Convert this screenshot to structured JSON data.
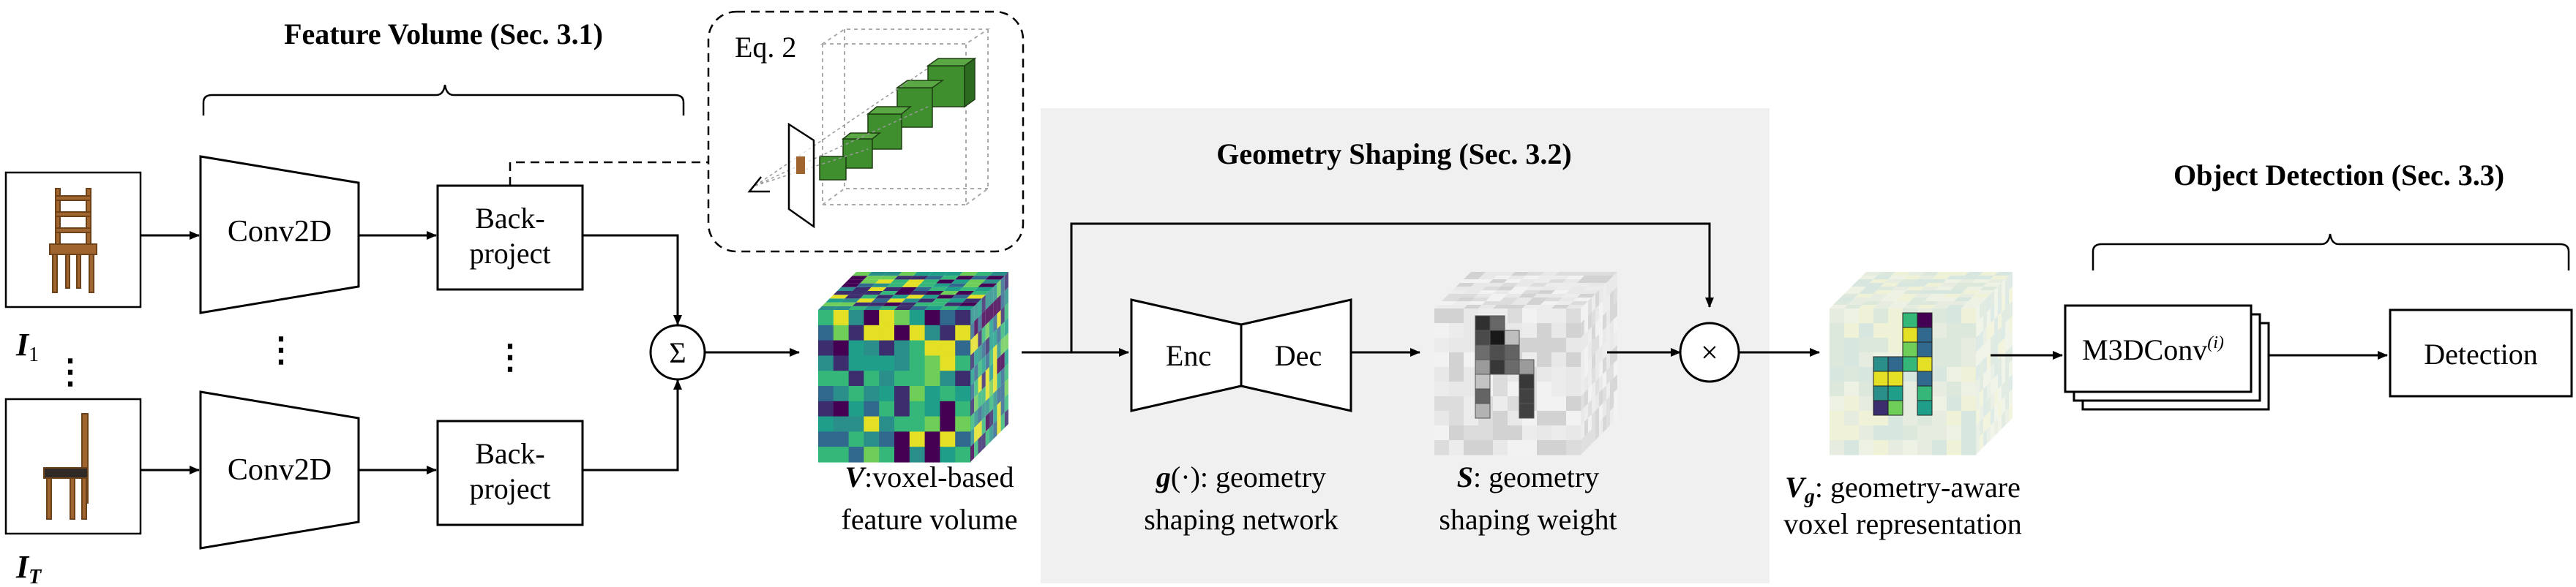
{
  "sections": {
    "feature_volume": "Feature Volume (Sec. 3.1)",
    "geometry_shaping": "Geometry Shaping (Sec. 3.2)",
    "object_detection": "Object Detection (Sec. 3.3)"
  },
  "inset": {
    "eq_label": "Eq. 2"
  },
  "blocks": {
    "conv2d_top": "Conv2D",
    "conv2d_bottom": "Conv2D",
    "backproject_top_l1": "Back-",
    "backproject_top_l2": "project",
    "backproject_bottom_l1": "Back-",
    "backproject_bottom_l2": "project",
    "enc": "Enc",
    "dec": "Dec",
    "m3dconv": "M3DConv",
    "m3dconv_sup": "(i)",
    "detection": "Detection"
  },
  "operators": {
    "sum": "Σ",
    "multiply": "×"
  },
  "inputs": {
    "first_symbol": "I",
    "first_sub": "1",
    "last_symbol": "I",
    "last_sub": "T",
    "ellipsis": "⋮"
  },
  "captions": {
    "v_symbol": "V",
    "v_l1": ":voxel-based",
    "v_l2": "feature volume",
    "g_symbol": "g",
    "g_l1": "(·): geometry",
    "g_l2": "shaping network",
    "s_symbol": "S",
    "s_l1": ": geometry",
    "s_l2": "shaping weight",
    "vg_symbol": "V",
    "vg_sub": "g",
    "vg_l1": ": geometry-aware",
    "vg_l2": "voxel representation"
  },
  "colors": {
    "panel": "#f0f0f0",
    "voxel_green": "#3f8f2f",
    "chair_wood": "#a0652e",
    "viridis_dark": "#3b2d6e",
    "viridis_teal": "#2a8f8a",
    "viridis_yellow": "#e3e025"
  }
}
